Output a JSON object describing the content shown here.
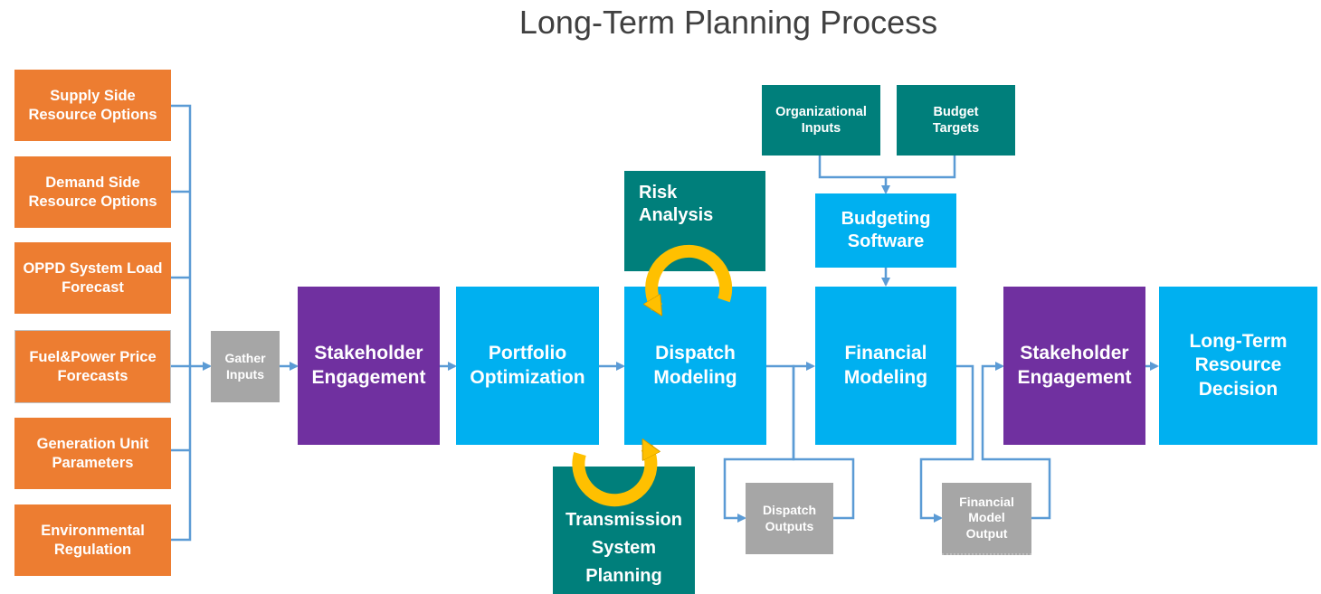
{
  "title": "Long-Term Planning Process",
  "inputs": [
    "Supply Side\nResource Options",
    "Demand Side\nResource Options",
    "OPPD System Load\nForecast",
    "Fuel&Power Price\nForecasts",
    "Generation Unit\nParameters",
    "Environmental\nRegulation"
  ],
  "gather": "Gather\nInputs",
  "stakeholder_1": "Stakeholder\nEngagement",
  "portfolio": "Portfolio\nOptimization",
  "dispatch": "Dispatch\nModeling",
  "risk": "Risk\nAnalysis",
  "transmission": "Transmission\nSystem\nPlanning",
  "dispatch_outputs": "Dispatch\nOutputs",
  "org_inputs": "Organizational\nInputs",
  "budget_targets": "Budget\nTargets",
  "budgeting_software": "Budgeting\nSoftware",
  "financial": "Financial\nModeling",
  "financial_output": "Financial\nModel\nOutput",
  "stakeholder_2": "Stakeholder\nEngagement",
  "decision": "Long-Term\nResource\nDecision",
  "colors": {
    "orange": "#ed7d31",
    "purple": "#7030a0",
    "blue": "#00b0f0",
    "teal": "#007f7b",
    "grey": "#a6a6a6",
    "connector": "#5b9bd5",
    "cycle": "#ffc000"
  }
}
